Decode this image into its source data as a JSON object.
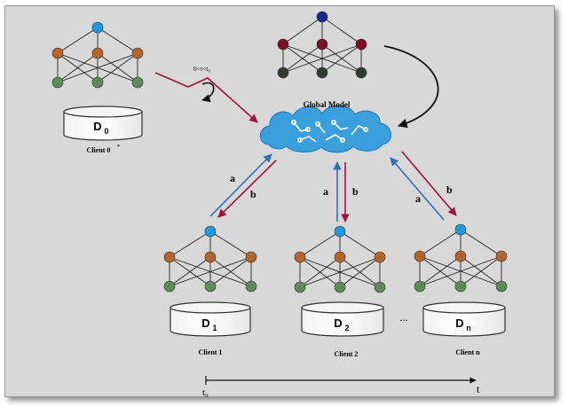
{
  "global_model": {
    "label": "Global Model"
  },
  "client0": {
    "db_label": "D",
    "db_sub": "0",
    "caption": "Client 0",
    "caption_sup": "*"
  },
  "clients": [
    {
      "db_label": "D",
      "db_sub": "1",
      "caption": "Client 1"
    },
    {
      "db_label": "D",
      "db_sub": "2",
      "caption": "Client 2"
    },
    {
      "db_label": "D",
      "db_sub": "n",
      "caption": "Client n"
    }
  ],
  "ellipsis": "...",
  "arrow_labels": {
    "a": "a",
    "b": "b"
  },
  "delay_label": "0<t<t₀",
  "timeline": {
    "start": "t₀",
    "end": "t"
  },
  "colors": {
    "frame": "#d8d8d8",
    "upload_arrow": "#2e6fb0",
    "download_arrow": "#a0143c",
    "delayed_arrow": "#a0143c",
    "cloud": "#39a0dc",
    "client_top_node": "#1e9be0",
    "client_hidden_node": "#b5642a",
    "client_bottom_node": "#5e8a58",
    "global_top_node": "#1a2a8a",
    "global_hidden_node": "#7a1020",
    "global_bottom_node": "#2e3b2e"
  }
}
